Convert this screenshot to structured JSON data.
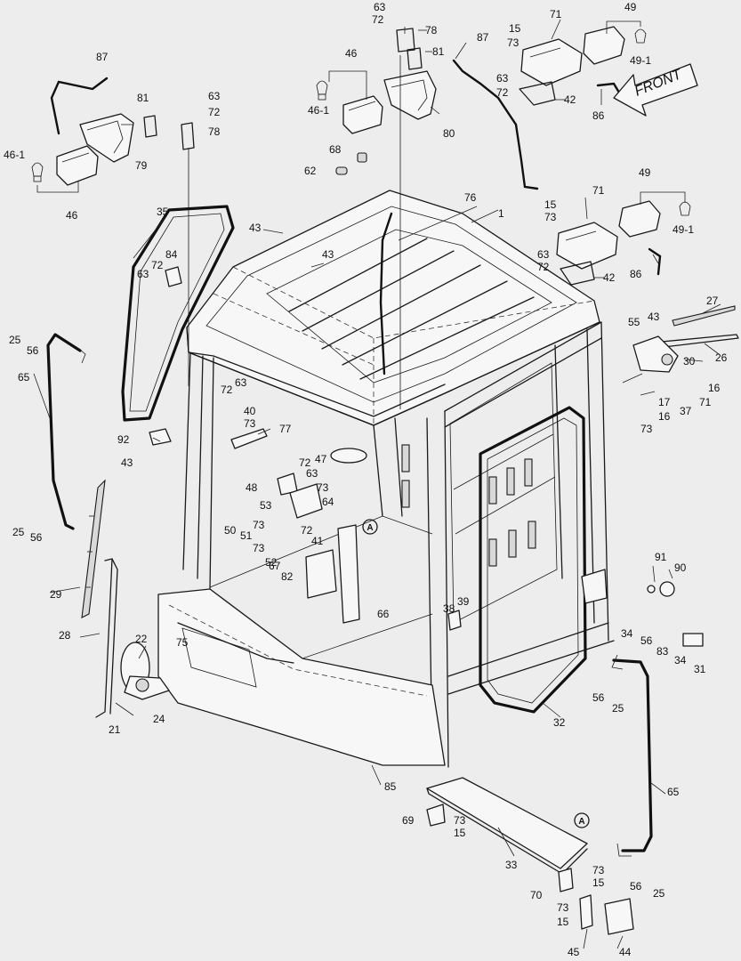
{
  "front_label": "FRONT",
  "marker_letter": "A",
  "callouts": [
    {
      "id": "c63a",
      "text": "63"
    },
    {
      "id": "c72a",
      "text": "72"
    },
    {
      "id": "c78a",
      "text": "78"
    },
    {
      "id": "c81a",
      "text": "81"
    },
    {
      "id": "c87a",
      "text": "87"
    },
    {
      "id": "c15a",
      "text": "15"
    },
    {
      "id": "c73a",
      "text": "73"
    },
    {
      "id": "c71a",
      "text": "71"
    },
    {
      "id": "c49a",
      "text": "49"
    },
    {
      "id": "c49_1a",
      "text": "49-1"
    },
    {
      "id": "c63b",
      "text": "63"
    },
    {
      "id": "c72b",
      "text": "72"
    },
    {
      "id": "c42a",
      "text": "42"
    },
    {
      "id": "c86a",
      "text": "86"
    },
    {
      "id": "c80",
      "text": "80"
    },
    {
      "id": "c46a",
      "text": "46"
    },
    {
      "id": "c46_1a",
      "text": "46-1"
    },
    {
      "id": "c68",
      "text": "68"
    },
    {
      "id": "c62",
      "text": "62"
    },
    {
      "id": "c76",
      "text": "76"
    },
    {
      "id": "c1",
      "text": "1"
    },
    {
      "id": "c15b",
      "text": "15"
    },
    {
      "id": "c73b",
      "text": "73"
    },
    {
      "id": "c71b",
      "text": "71"
    },
    {
      "id": "c49b",
      "text": "49"
    },
    {
      "id": "c49_1b",
      "text": "49-1"
    },
    {
      "id": "c63c",
      "text": "63"
    },
    {
      "id": "c72c",
      "text": "72"
    },
    {
      "id": "c42b",
      "text": "42"
    },
    {
      "id": "c86b",
      "text": "86"
    },
    {
      "id": "c87b",
      "text": "87"
    },
    {
      "id": "c81b",
      "text": "81"
    },
    {
      "id": "c63d",
      "text": "63"
    },
    {
      "id": "c72d",
      "text": "72"
    },
    {
      "id": "c78b",
      "text": "78"
    },
    {
      "id": "c79",
      "text": "79"
    },
    {
      "id": "c46_1b",
      "text": "46-1"
    },
    {
      "id": "c46b",
      "text": "46"
    },
    {
      "id": "c35",
      "text": "35"
    },
    {
      "id": "c43a",
      "text": "43"
    },
    {
      "id": "c43b",
      "text": "43"
    },
    {
      "id": "c84",
      "text": "84"
    },
    {
      "id": "c72e",
      "text": "72"
    },
    {
      "id": "c63e",
      "text": "63"
    },
    {
      "id": "c25a",
      "text": "25"
    },
    {
      "id": "c56a",
      "text": "56"
    },
    {
      "id": "c65a",
      "text": "65"
    },
    {
      "id": "c27",
      "text": "27"
    },
    {
      "id": "c55",
      "text": "55"
    },
    {
      "id": "c43c",
      "text": "43"
    },
    {
      "id": "c26",
      "text": "26"
    },
    {
      "id": "c30",
      "text": "30"
    },
    {
      "id": "c16a",
      "text": "16"
    },
    {
      "id": "c71c",
      "text": "71"
    },
    {
      "id": "c37",
      "text": "37"
    },
    {
      "id": "c17",
      "text": "17"
    },
    {
      "id": "c16b",
      "text": "16"
    },
    {
      "id": "c73c",
      "text": "73"
    },
    {
      "id": "c63f",
      "text": "63"
    },
    {
      "id": "c72f",
      "text": "72"
    },
    {
      "id": "c40",
      "text": "40"
    },
    {
      "id": "c73d",
      "text": "73"
    },
    {
      "id": "c77",
      "text": "77"
    },
    {
      "id": "c92",
      "text": "92"
    },
    {
      "id": "c43d",
      "text": "43"
    },
    {
      "id": "c47",
      "text": "47"
    },
    {
      "id": "c72g",
      "text": "72"
    },
    {
      "id": "c63g",
      "text": "63"
    },
    {
      "id": "c48",
      "text": "48"
    },
    {
      "id": "c73e",
      "text": "73"
    },
    {
      "id": "c53",
      "text": "53"
    },
    {
      "id": "c64",
      "text": "64"
    },
    {
      "id": "c25b",
      "text": "25"
    },
    {
      "id": "c56b",
      "text": "56"
    },
    {
      "id": "c50",
      "text": "50"
    },
    {
      "id": "c73f",
      "text": "73"
    },
    {
      "id": "c51",
      "text": "51"
    },
    {
      "id": "c72h",
      "text": "72"
    },
    {
      "id": "c41",
      "text": "41"
    },
    {
      "id": "c73g",
      "text": "73"
    },
    {
      "id": "c52",
      "text": "52"
    },
    {
      "id": "c67",
      "text": "67"
    },
    {
      "id": "c82",
      "text": "82"
    },
    {
      "id": "c66",
      "text": "66"
    },
    {
      "id": "c29",
      "text": "29"
    },
    {
      "id": "c91",
      "text": "91"
    },
    {
      "id": "c90",
      "text": "90"
    },
    {
      "id": "c38",
      "text": "38"
    },
    {
      "id": "c39",
      "text": "39"
    },
    {
      "id": "c22",
      "text": "22"
    },
    {
      "id": "c75",
      "text": "75"
    },
    {
      "id": "c28",
      "text": "28"
    },
    {
      "id": "c34a",
      "text": "34"
    },
    {
      "id": "c56c",
      "text": "56"
    },
    {
      "id": "c83",
      "text": "83"
    },
    {
      "id": "c34b",
      "text": "34"
    },
    {
      "id": "c31",
      "text": "31"
    },
    {
      "id": "c21",
      "text": "21"
    },
    {
      "id": "c24",
      "text": "24"
    },
    {
      "id": "c56d",
      "text": "56"
    },
    {
      "id": "c25c",
      "text": "25"
    },
    {
      "id": "c32",
      "text": "32"
    },
    {
      "id": "c85",
      "text": "85"
    },
    {
      "id": "c65b",
      "text": "65"
    },
    {
      "id": "c69",
      "text": "69"
    },
    {
      "id": "c73h",
      "text": "73"
    },
    {
      "id": "c15c",
      "text": "15"
    },
    {
      "id": "c33",
      "text": "33"
    },
    {
      "id": "c73i",
      "text": "73"
    },
    {
      "id": "c15d",
      "text": "15"
    },
    {
      "id": "c56e",
      "text": "56"
    },
    {
      "id": "c25d",
      "text": "25"
    },
    {
      "id": "c70",
      "text": "70"
    },
    {
      "id": "c73j",
      "text": "73"
    },
    {
      "id": "c15e",
      "text": "15"
    },
    {
      "id": "c45",
      "text": "45"
    },
    {
      "id": "c44",
      "text": "44"
    }
  ]
}
